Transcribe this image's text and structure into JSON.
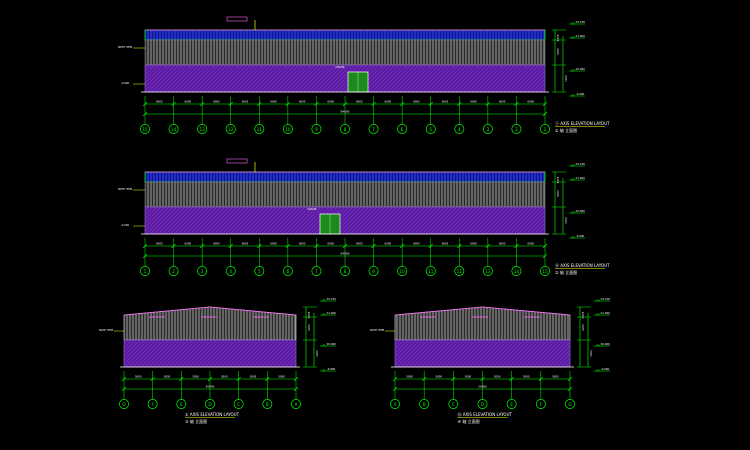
{
  "colors": {
    "background": "#000000",
    "canvas": "#000000",
    "wall_purple": "#5b1aa0",
    "wall_cladding": "#c8c8c8",
    "roof_blue": "#1e2bd8",
    "dim_green": "#00ff00",
    "text_white": "#ffffff",
    "yellow": "#ffff00",
    "magenta": "#ff66ff",
    "door": "#1a8a1a"
  },
  "elevations": [
    {
      "id": "long-a",
      "kind": "long",
      "grid_labels": [
        "15",
        "14",
        "13",
        "12",
        "11",
        "10",
        "9",
        "8",
        "7",
        "6",
        "5",
        "4",
        "3",
        "2",
        "1"
      ],
      "bay_dims": [
        "6000",
        "6000",
        "6000",
        "6000",
        "6000",
        "6000",
        "6000",
        "6000",
        "6000",
        "6000",
        "6000",
        "6000",
        "6000",
        "6000"
      ],
      "total_dim": "84000",
      "title": "ⓐ AXIS ELEVATION LAYOUT",
      "subtitle": "① 轴 立面图",
      "level_labels": [
        "±5.478",
        "±1.000",
        "±0.000",
        "-0.000"
      ],
      "side_dims": [
        "5478",
        "5200",
        "1200"
      ],
      "note_label": "NOTE ITEM",
      "door_label": "DOOR"
    },
    {
      "id": "long-b",
      "kind": "long",
      "grid_labels": [
        "1",
        "2",
        "3",
        "4",
        "5",
        "6",
        "7",
        "8",
        "9",
        "10",
        "11",
        "12",
        "13",
        "14",
        "15"
      ],
      "bay_dims": [
        "6000",
        "6000",
        "6000",
        "6000",
        "6000",
        "6000",
        "6000",
        "6000",
        "6000",
        "6000",
        "6000",
        "6000",
        "6000",
        "6000"
      ],
      "total_dim": "84000",
      "title": "Ⓐ AXIS ELEVATION LAYOUT",
      "subtitle": "② 轴 立面图",
      "level_labels": [
        "±5.478",
        "±1.000",
        "±0.000",
        "-0.000"
      ],
      "side_dims": [
        "5478",
        "5200",
        "1200"
      ],
      "note_label": "NOTE ITEM",
      "door_label": "DOOR"
    },
    {
      "id": "gable-a",
      "kind": "gable",
      "grid_labels": [
        "G",
        "F",
        "E",
        "D",
        "C",
        "B",
        "A"
      ],
      "bay_dims": [
        "5000",
        "5000",
        "5000",
        "5000",
        "5000",
        "5000"
      ],
      "total_dim": "30000",
      "title": "① AXIS ELEVATION LAYOUT",
      "subtitle": "③ 轴 立面图",
      "level_labels": [
        "±5.478",
        "±1.000",
        "±0.000",
        "-0.000"
      ],
      "side_dims": [
        "5478",
        "5200",
        "1200"
      ],
      "note_label": "NOTE ITEM"
    },
    {
      "id": "gable-b",
      "kind": "gable",
      "grid_labels": [
        "A",
        "B",
        "C",
        "D",
        "E",
        "F",
        "G"
      ],
      "bay_dims": [
        "5000",
        "5000",
        "5000",
        "5000",
        "5000",
        "5000"
      ],
      "total_dim": "30000",
      "title": "⑮ AXIS ELEVATION LAYOUT",
      "subtitle": "④ 轴 立面图",
      "level_labels": [
        "±5.478",
        "±1.000",
        "±0.000",
        "-0.000"
      ],
      "side_dims": [
        "5478",
        "5200",
        "1200"
      ],
      "note_label": "NOTE ITEM"
    }
  ]
}
